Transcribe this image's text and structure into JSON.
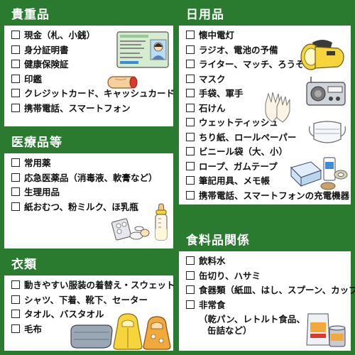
{
  "sections": {
    "valuables": {
      "title": "貴重品",
      "items": [
        "現金（札、小銭）",
        "身分証明書",
        "健康保険証",
        "印鑑",
        "クレジットカード、キャッシュカード",
        "携帯電話、スマートフォン"
      ]
    },
    "medical": {
      "title": "医療品等",
      "items": [
        "常用薬",
        "応急医薬品（消毒液、軟膏など）",
        "生理用品",
        "紙おむつ、粉ミルク、ほ乳瓶"
      ]
    },
    "clothing": {
      "title": "衣類",
      "items": [
        "動きやすい服装の着替え・スウェット",
        "シャツ、下着、靴下、セーター",
        "タオル、バスタオル",
        "毛布"
      ]
    },
    "daily": {
      "title": "日用品",
      "items": [
        "懐中電灯",
        "ラジオ、電池の予備",
        "ライター、マッチ、ろうそく",
        "マスク",
        "手袋、軍手",
        "石けん",
        "ウェットティッシュ",
        "ちり紙、ロールペーパー",
        "ビニール袋（大、小）",
        "ロープ、ガムテープ",
        "筆記用具、メモ帳",
        "携帯電話、スマートフォンの充電機器"
      ]
    },
    "food": {
      "title": "食料品関係",
      "items": [
        "飲料水",
        "缶切り、ハサミ",
        "食器類（紙皿、はし、スプーン、カップ）",
        "非常食",
        "（乾パン、レトルト食品、",
        "缶詰など）"
      ]
    }
  },
  "colors": {
    "green": "#2a7a2f",
    "orange": "#f2a93b",
    "yellow": "#f6d43b"
  }
}
